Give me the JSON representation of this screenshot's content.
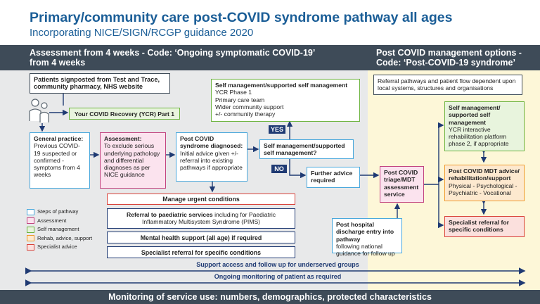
{
  "title": "Primary/community care post-COVID syndrome pathway all ages",
  "subtitle": "Incorporating NICE/SIGN/RCGP guidance 2020",
  "header_left": {
    "line1": "Assessment from 4 weeks  - Code: ‘Ongoing symptomatic COVID-19’",
    "line2": "from 4 weeks"
  },
  "header_right": {
    "line1": "Post COVID management options -",
    "line2": "Code: ‘Post-COVID-19 syndrome’"
  },
  "nodes": {
    "signposted": "Patients signposted from Test and Trace, community pharmacy, NHS website",
    "ycr_part1": "Your COVID Recovery (YCR) Part 1",
    "gp_title": "General practice:",
    "gp_body": "Previous COVID-19 suspected or confirmed - symptoms from 4 weeks",
    "assess_title": "Assessment:",
    "assess_body": "To exclude serious underlying pathology and differential diagnoses as per NICE guidance",
    "diag_title": "Post COVID syndrome diagnosed:",
    "diag_body": "Initial advice given +/- referral into existing pathways if appropriate",
    "selfmgmt_title": "Self management/supported self management",
    "selfmgmt_items": [
      "YCR Phase 1",
      "Primary care team",
      "Wider community support",
      "+/- community therapy"
    ],
    "yes_label": "YES",
    "no_label": "NO",
    "question": "Self management/supported self management?",
    "further": "Further advice required",
    "triage": "Post COVID triage/MDT assessment service",
    "discharge_title": "Post hospital discharge entry into pathway",
    "discharge_body": "following national guidance for follow up",
    "referral_note": "Referral pathways and patient flow dependent upon local systems, structures and organisations",
    "right_self_title": "Self management/ supported self management",
    "right_self_body": "YCR interactive rehabilitation platform phase 2, if appropriate",
    "mdt_title": "Post COVID MDT advice/ rehabilitation/support",
    "mdt_body": "Physical - Psychological - Psychiatric - Vocational",
    "specialist_right": "Specialist referral for specific conditions",
    "urgent": "Manage urgent conditions",
    "paediatric_bold": "Referral to paediatric services",
    "paediatric_rest": " including for Paediatric Inflammatory Multisystem Syndrome (PIMS)",
    "mental": "Mental health support (all age) if required",
    "specialist_centre": "Specialist referral for specific conditions"
  },
  "legend": [
    {
      "label": "Steps of pathway",
      "color": "#4aa8dc"
    },
    {
      "label": "Assessment",
      "color": "#c2437f"
    },
    {
      "label": "Self management",
      "color": "#6cb33f"
    },
    {
      "label": "Rehab, advice, support",
      "color": "#ef9a2b"
    },
    {
      "label": "Specialist advice",
      "color": "#d9423a"
    }
  ],
  "bands": {
    "support": "Support access and follow up for underserved groups",
    "monitoring": "Ongoing monitoring of patient as required"
  },
  "bottom_bar": "Monitoring of service use: numbers, demographics, protected characteristics",
  "colors": {
    "header_bg": "#3e4b58",
    "title": "#1b5e97",
    "arrow": "#1f3a73"
  }
}
